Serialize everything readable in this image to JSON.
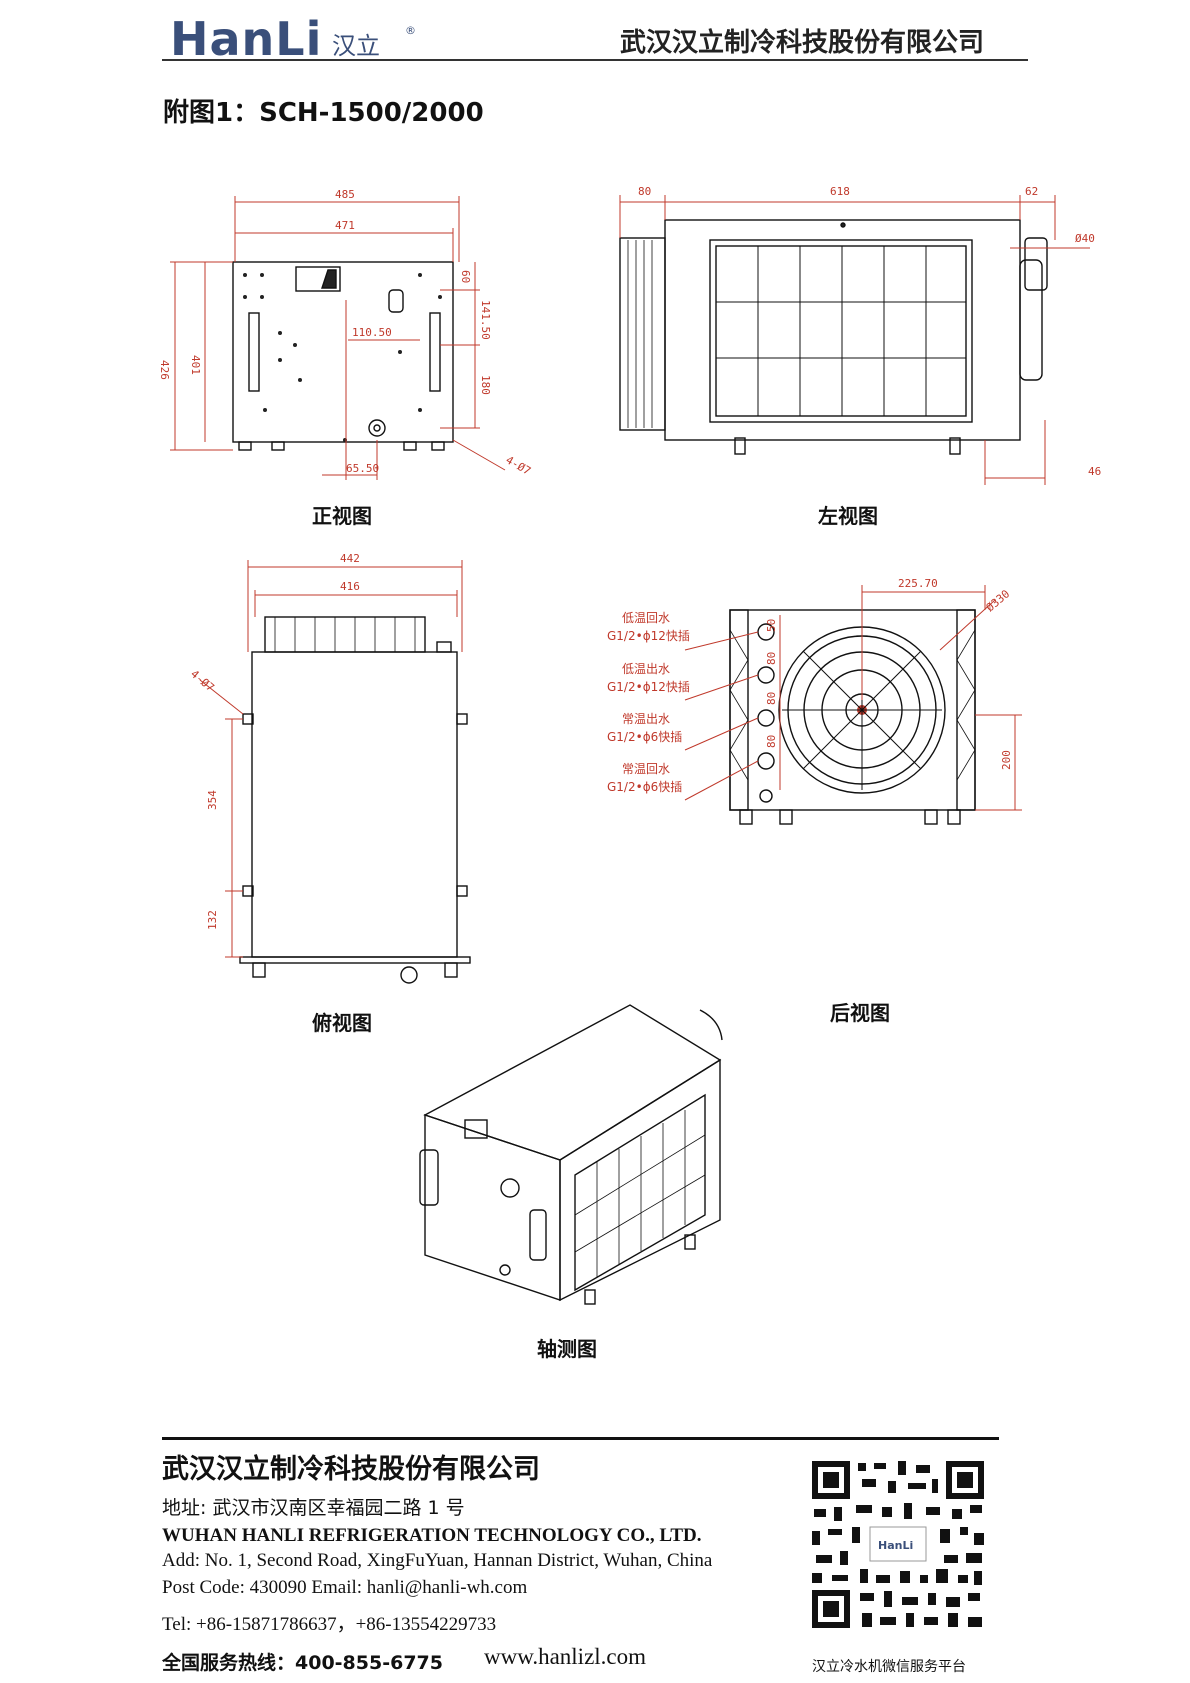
{
  "header": {
    "logo_text": "HanLi",
    "logo_cn": "汉立",
    "logo_reg": "®",
    "company": "武汉汉立制冷科技股份有限公司"
  },
  "figure_title": "附图1：SCH-1500/2000",
  "views": {
    "front": {
      "caption": "正视图",
      "dims": [
        "485",
        "471",
        "426",
        "401",
        "60",
        "141.50",
        "180",
        "110.50",
        "65.50",
        "4-Ø7"
      ]
    },
    "left": {
      "caption": "左视图",
      "dims": [
        "80",
        "618",
        "62",
        "Ø40",
        "46"
      ]
    },
    "top": {
      "caption": "俯视图",
      "dims": [
        "442",
        "416",
        "4-Ø7",
        "354",
        "132"
      ]
    },
    "back": {
      "caption": "后视图",
      "dims": [
        "225.70",
        "Ø330",
        "200",
        "50",
        "80",
        "80",
        "80"
      ],
      "ports": [
        {
          "name": "低温回水",
          "spec": "G1/2•ϕ12快插"
        },
        {
          "name": "低温出水",
          "spec": "G1/2•ϕ12快插"
        },
        {
          "name": "常温出水",
          "spec": "G1/2•ϕ6快插"
        },
        {
          "name": "常温回水",
          "spec": "G1/2•ϕ6快插"
        }
      ]
    },
    "iso": {
      "caption": "轴测图"
    }
  },
  "footer": {
    "company": "武汉汉立制冷科技股份有限公司",
    "address_cn": "地址: 武汉市汉南区幸福园二路 1 号",
    "company_en": "WUHAN HANLI REFRIGERATION TECHNOLOGY CO., LTD.",
    "address_en": "Add: No. 1, Second Road, XingFuYuan, Hannan District, Wuhan, China",
    "post": "Post Code: 430090  Email: hanli@hanli-wh.com",
    "tel": "Tel: +86-15871786637，+86-13554229733",
    "hotline": "全国服务热线：400-855-6775",
    "website": "www.hanlizl.com",
    "qr_caption": "汉立冷水机微信服务平台"
  }
}
